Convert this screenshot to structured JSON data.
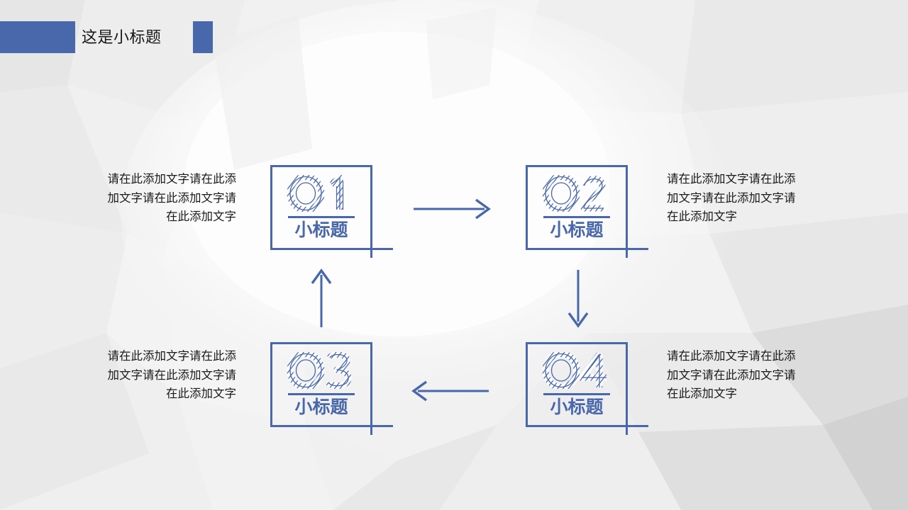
{
  "theme": {
    "accent": "#4968ac",
    "background": "#f2f2f2",
    "text": "#1a1a1a"
  },
  "header": {
    "title": "这是小标题",
    "bar_shape": "rectangle",
    "square_shape": "square"
  },
  "diagram": {
    "type": "cycle-4-step",
    "nodes": [
      {
        "id": "01",
        "number": "01",
        "label": "小标题"
      },
      {
        "id": "02",
        "number": "02",
        "label": "小标题"
      },
      {
        "id": "03",
        "number": "03",
        "label": "小标题"
      },
      {
        "id": "04",
        "number": "04",
        "label": "小标题"
      }
    ],
    "descriptions": [
      {
        "for": "01",
        "side": "left",
        "text": "请在此添加文字请在此添加文字请在此添加文字请在此添加文字"
      },
      {
        "for": "02",
        "side": "right",
        "text": "请在此添加文字请在此添加文字请在此添加文字请在此添加文字"
      },
      {
        "for": "03",
        "side": "left",
        "text": "请在此添加文字请在此添加文字请在此添加文字请在此添加文字"
      },
      {
        "for": "04",
        "side": "right",
        "text": "请在此添加文字请在此添加文字请在此添加文字请在此添加文字"
      }
    ],
    "arrows": [
      {
        "id": "arrow-01-to-02",
        "direction": "right"
      },
      {
        "id": "arrow-02-to-04",
        "direction": "down"
      },
      {
        "id": "arrow-04-to-03",
        "direction": "left"
      },
      {
        "id": "arrow-03-to-01",
        "direction": "up"
      }
    ]
  }
}
